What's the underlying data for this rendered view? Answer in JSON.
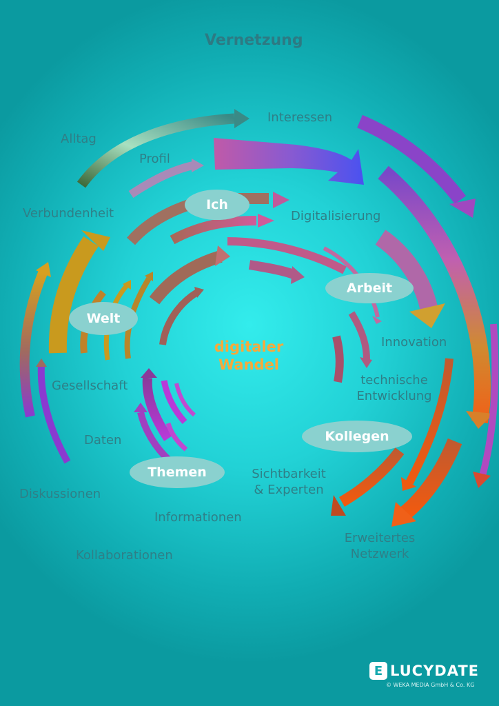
{
  "title": "Vernetzung",
  "labels": {
    "interessen": "Interessen",
    "alltag": "Alltag",
    "profil": "Profil",
    "verbundenheit": "Verbundenheit",
    "digitalisierung": "Digitalisierung",
    "innovation": "Innovation",
    "technische_1": "technische",
    "technische_2": "Entwicklung",
    "gesellschaft": "Gesellschaft",
    "daten": "Daten",
    "diskussionen": "Diskussionen",
    "sichtbarkeit_1": "Sichtbarkeit",
    "sichtbarkeit_2": "& Experten",
    "informationen": "Informationen",
    "kollaborationen": "Kollaborationen",
    "erweitertes_1": "Erweitertes",
    "erweitertes_2": "Netzwerk"
  },
  "nodes": {
    "ich": "Ich",
    "arbeit": "Arbeit",
    "welt": "Welt",
    "kollegen": "Kollegen",
    "themen": "Themen"
  },
  "center": {
    "line1": "digitaler",
    "line2": "Wandel"
  },
  "logo": {
    "mark": "E",
    "name": "LUCYDATE",
    "copyright": "© WEKA MEDIA GmbH & Co. KG"
  },
  "colors": {
    "background": "#22d2d6",
    "label_text": "#2f7f87",
    "node_fill": "#8ad1cf",
    "center_text": "#f7a93a",
    "orange": "#f05a1a",
    "purple": "#9b3fd0",
    "gold": "#c99a1e",
    "blue": "#5b5ae8"
  }
}
